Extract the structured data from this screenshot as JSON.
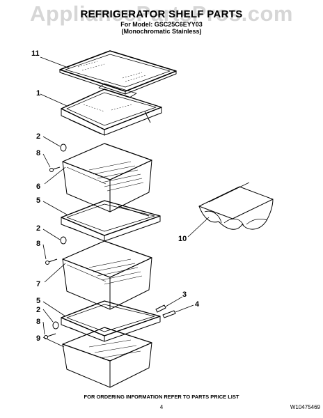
{
  "watermark": "AppliancePartsPros.com",
  "header": {
    "title": "REFRIGERATOR SHELF PARTS",
    "model_line": "For Model: GSC25C6EYY03",
    "color_line": "(Monochromatic Stainless)"
  },
  "callouts": [
    "11",
    "1",
    "2",
    "8",
    "6",
    "5",
    "2",
    "8",
    "7",
    "10",
    "5",
    "2",
    "8",
    "9",
    "3",
    "4"
  ],
  "footer": {
    "note": "FOR ORDERING INFORMATION REFER TO PARTS PRICE LIST",
    "page": "4",
    "doc_number": "W10475469"
  }
}
